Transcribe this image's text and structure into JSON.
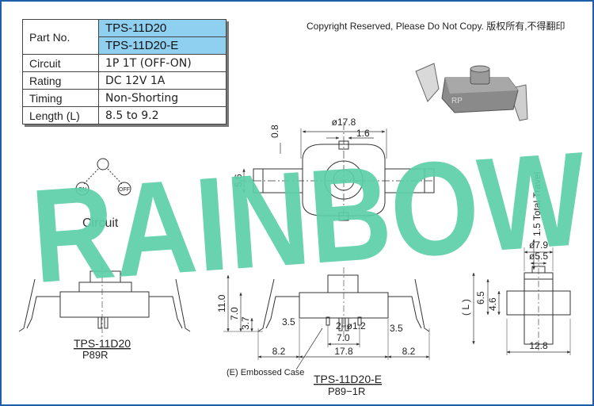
{
  "spec_table": {
    "rows": [
      {
        "label": "Part No.",
        "values": [
          "TPS-11D20",
          "TPS-11D20-E"
        ]
      },
      {
        "label": "Circuit",
        "value": "1P 1T (OFF-ON)"
      },
      {
        "label": "Rating",
        "value": "DC 12V 1A"
      },
      {
        "label": "Timing",
        "value": "Non-Shorting"
      },
      {
        "label": "Length (L)",
        "value": "8.5 to 9.2"
      }
    ]
  },
  "copyright": "Copyright Reserved, Please Do Not Copy. 版权所有,不得翻印",
  "watermark": "RAINBOW",
  "photo_label": "RP",
  "circuit": {
    "off_label": "OFF",
    "on_label": "ON",
    "caption": "Circuit"
  },
  "top_view": {
    "dims": {
      "width": "ø17.8",
      "slot": "1.6",
      "top": "0.8",
      "height": "5.6"
    }
  },
  "side_view": {
    "dims": {
      "travel": "1.5 Total Travel",
      "outer_dia": "ø7.9",
      "inner_dia": "ø5.5",
      "length": "( L )",
      "h1": "6.5",
      "h2": "4.6",
      "width": "12.8"
    }
  },
  "left_model": {
    "name": "TPS-11D20",
    "code": "P89R"
  },
  "front_view": {
    "dims": {
      "h_total": "11.0",
      "h_body": "7.0",
      "h_lower": "3.7",
      "pin_l": "3.5",
      "pin_r": "3.5",
      "holes": "2−ø1.2",
      "pitch": "7.0",
      "side_l": "8.2",
      "center": "17.8",
      "side_r": "8.2"
    },
    "callout": "(E) Embossed Case",
    "name": "TPS-11D20-E",
    "code": "P89−1R"
  },
  "colors": {
    "frame": "#1f5fa8",
    "highlight": "#8fd0f0",
    "watermark": "#5ccfa8",
    "line": "#333333"
  }
}
